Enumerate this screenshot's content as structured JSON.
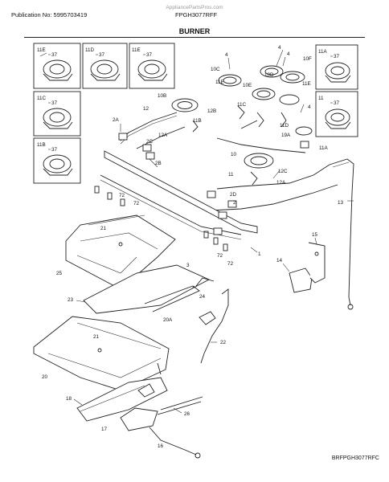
{
  "header": {
    "publication": "Publication No: 5995703419",
    "model": "FPGH3077RFF",
    "watermark": "AppliancePartsPros.com",
    "title": "BURNER"
  },
  "footer": {
    "code": "BRFPGH3077RFC"
  },
  "inset_labels": [
    "11E",
    "11D",
    "11E",
    "11A",
    "11C",
    "11",
    "11B"
  ],
  "inset_screw_labels": [
    "37",
    "37",
    "37",
    "37",
    "37",
    "37",
    "37"
  ],
  "part_labels": {
    "p4a": "4",
    "p4b": "4",
    "p4c": "4",
    "p4d": "4",
    "p10c": "10C",
    "p10d": "10D",
    "p10f": "10F",
    "p10e": "10E",
    "p10b": "10B",
    "p11ea": "11E",
    "p11eb": "11E",
    "p11c": "11C",
    "p11b": "11B",
    "p11d": "11D",
    "p12": "12",
    "p12b": "12B",
    "p12a": "12A",
    "p12c": "12C",
    "p12a2": "12A",
    "p2a": "2A",
    "p2c": "2C",
    "p2b": "2B",
    "p2d": "2D",
    "p2": "2",
    "p10": "10",
    "p11": "11",
    "p19a": "19A",
    "p11a": "11A",
    "p13": "13",
    "p72a": "72",
    "p72b": "72",
    "p72c": "72",
    "p72d": "72",
    "p21a": "21",
    "p25": "25",
    "p3": "3",
    "p1": "1",
    "p15": "15",
    "p14": "14",
    "p23": "23",
    "p24": "24",
    "p20a": "20A",
    "p21b": "21",
    "p22": "22",
    "p20": "20",
    "p18": "18",
    "p26": "26",
    "p17": "17",
    "p16": "16"
  }
}
